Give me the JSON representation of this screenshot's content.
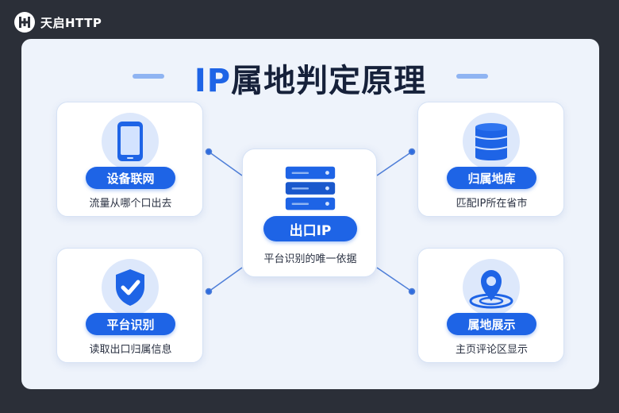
{
  "brand": {
    "name": "天启HTTP"
  },
  "title": {
    "highlight": "IP",
    "rest": "属地判定原理"
  },
  "colors": {
    "accent": "#1e64e6",
    "panel": "#eef3fb",
    "background": "#2b2f38"
  },
  "center": {
    "icon": "server-stack-icon",
    "label": "出口IP",
    "desc": "平台识别的唯一依据"
  },
  "nodes": {
    "device": {
      "icon": "smartphone-icon",
      "label": "设备联网",
      "desc": "流量从哪个口出去"
    },
    "database": {
      "icon": "database-icon",
      "label": "归属地库",
      "desc": "匹配IP所在省市"
    },
    "platform": {
      "icon": "shield-check-icon",
      "label": "平台识别",
      "desc": "读取出口归属信息"
    },
    "display": {
      "icon": "location-pin-icon",
      "label": "属地展示",
      "desc": "主页评论区显示"
    }
  }
}
